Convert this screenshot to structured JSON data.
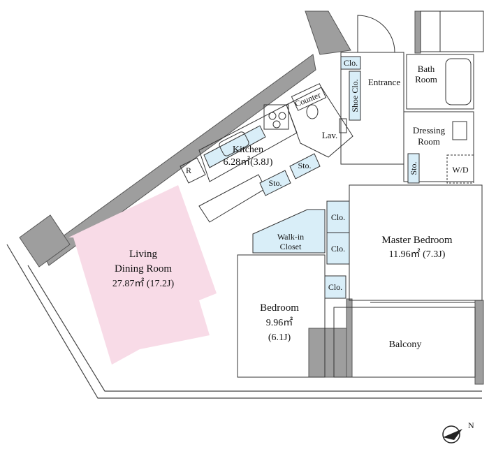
{
  "rooms": {
    "living": {
      "name_line1": "Living",
      "name_line2": "Dining Room",
      "area": "27.87㎡ (17.2J)"
    },
    "kitchen": {
      "name": "Kitchen",
      "area": "6.28㎡(3.8J)"
    },
    "master": {
      "name": "Master Bedroom",
      "area": "11.96㎡ (7.3J)"
    },
    "bedroom": {
      "name": "Bedroom",
      "area": "9.96㎡",
      "jo": "(6.1J)"
    },
    "walkin": {
      "line1": "Walk-in",
      "line2": "Closet"
    },
    "balcony": {
      "name": "Balcony"
    },
    "entrance": {
      "name": "Entrance"
    },
    "bath": {
      "line1": "Bath",
      "line2": "Room"
    },
    "dressing": {
      "line1": "Dressing",
      "line2": "Room"
    },
    "lav": {
      "name": "Lav."
    }
  },
  "labels": {
    "clo": "Clo.",
    "shoe_clo": "Shoe Clo.",
    "counter": "Counter",
    "sto": "Sto.",
    "wd": "W/D",
    "fridge": "R"
  },
  "compass": {
    "letter": "N"
  },
  "colors": {
    "living_fill": "#f8dbe7",
    "closet_fill": "#d9eef8",
    "wall": "#9e9e9e"
  }
}
